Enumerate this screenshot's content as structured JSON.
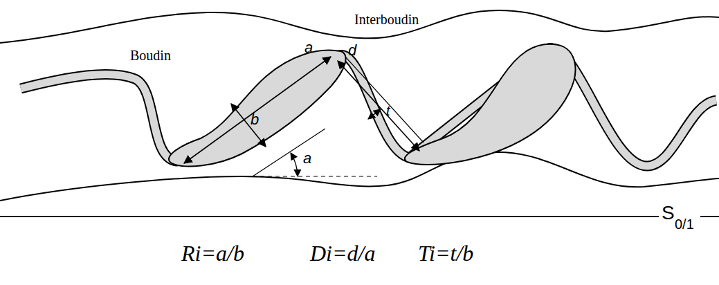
{
  "diagram": {
    "labels": [
      "Interboudin",
      "Boudin",
      "a",
      "b",
      "d",
      "t",
      "a",
      "S",
      "0/1",
      "Ri=a/b",
      "Di=d/a",
      "Ti=t/b"
    ]
  }
}
